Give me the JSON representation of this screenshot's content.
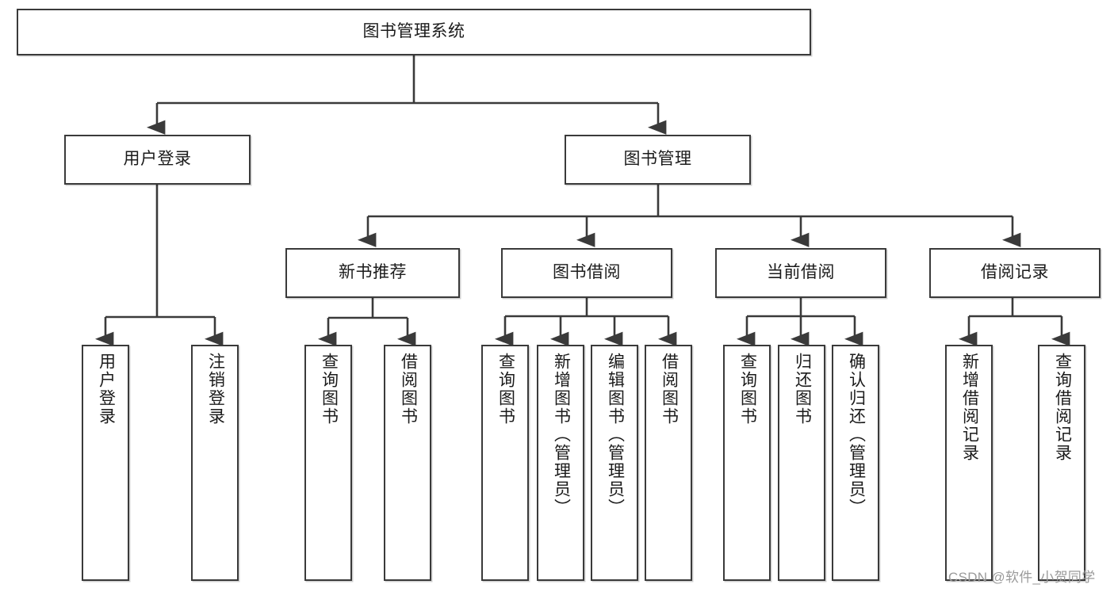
{
  "diagram": {
    "type": "tree-hierarchy",
    "title": "图书管理系统功能结构图",
    "root": {
      "id": "root",
      "label": "图书管理系统"
    },
    "level2": [
      {
        "id": "user-login",
        "label": "用户登录"
      },
      {
        "id": "book-manage",
        "label": "图书管理"
      }
    ],
    "level3": [
      {
        "id": "new-book-rec",
        "label": "新书推荐",
        "parent": "book-manage"
      },
      {
        "id": "book-borrow",
        "label": "图书借阅",
        "parent": "book-manage"
      },
      {
        "id": "current-borrow",
        "label": "当前借阅",
        "parent": "book-manage"
      },
      {
        "id": "borrow-record",
        "label": "借阅记录",
        "parent": "book-manage"
      }
    ],
    "leaves": [
      {
        "id": "leaf-user-login",
        "label": "用户登录",
        "parent": "user-login"
      },
      {
        "id": "leaf-logout",
        "label": "注销登录",
        "parent": "user-login"
      },
      {
        "id": "leaf-query-book-1",
        "label": "查询图书",
        "parent": "new-book-rec"
      },
      {
        "id": "leaf-borrow-book-1",
        "label": "借阅图书",
        "parent": "new-book-rec"
      },
      {
        "id": "leaf-query-book-2",
        "label": "查询图书",
        "parent": "book-borrow"
      },
      {
        "id": "leaf-add-book",
        "label": "新增图书（管理员）",
        "parent": "book-borrow"
      },
      {
        "id": "leaf-edit-book",
        "label": "编辑图书（管理员）",
        "parent": "book-borrow"
      },
      {
        "id": "leaf-borrow-book-2",
        "label": "借阅图书",
        "parent": "book-borrow"
      },
      {
        "id": "leaf-query-book-3",
        "label": "查询图书",
        "parent": "current-borrow"
      },
      {
        "id": "leaf-return-book",
        "label": "归还图书",
        "parent": "current-borrow"
      },
      {
        "id": "leaf-confirm-return",
        "label": "确认归还（管理员）",
        "parent": "current-borrow"
      },
      {
        "id": "leaf-add-record",
        "label": "新增借阅记录",
        "parent": "borrow-record"
      },
      {
        "id": "leaf-query-record",
        "label": "查询借阅记录",
        "parent": "borrow-record"
      }
    ]
  },
  "watermark": {
    "text": "CSDN @软件_小贺同学"
  },
  "colors": {
    "stroke": "#3a3a3a",
    "background": "#ffffff",
    "text": "#1b1b1b",
    "watermark": "#9a9a9a"
  }
}
